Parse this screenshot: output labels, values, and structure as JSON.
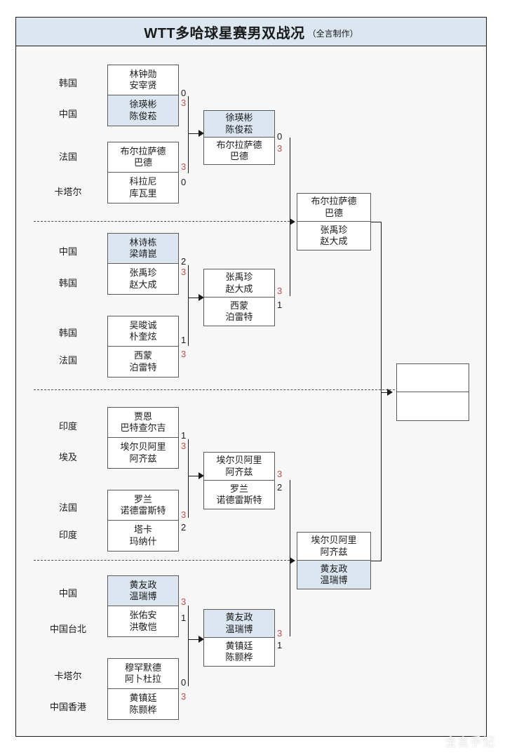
{
  "header": {
    "title_main": "WTT多哈球星赛男双战况",
    "title_sub": "（全言制作）"
  },
  "watermark": "全言手记",
  "colors": {
    "highlight": "#dce6f1",
    "win_score": "#c0504d",
    "box_border": "#595959",
    "frame_border": "#1a1a1a",
    "canvas": "#f7f7f7"
  },
  "quarters": [
    {
      "id": "q1",
      "round1": [
        {
          "id": "r1-m1",
          "top": {
            "country": "韩国",
            "line1": "林钟勋",
            "line2": "安宰贤",
            "score": "0",
            "winner": false
          },
          "bottom": {
            "country": "中国",
            "line1": "徐瑛彬",
            "line2": "陈俊菘",
            "score": "3",
            "winner": true
          }
        },
        {
          "id": "r1-m2",
          "top": {
            "country": "法国",
            "line1": "布尔拉萨德",
            "line2": "巴德",
            "score": "3",
            "winner": true
          },
          "bottom": {
            "country": "卡塔尔",
            "line1": "科拉尼",
            "line2": "库瓦里",
            "score": "0",
            "winner": false
          }
        }
      ],
      "round2": {
        "id": "r2-m1",
        "top": {
          "line1": "徐瑛彬",
          "line2": "陈俊菘",
          "score": "0",
          "winner": false
        },
        "bottom": {
          "line1": "布尔拉萨德",
          "line2": "巴德",
          "score": "3",
          "winner": true
        }
      }
    },
    {
      "id": "q2",
      "round1": [
        {
          "id": "r1-m3",
          "top": {
            "country": "中国",
            "line1": "林诗栋",
            "line2": "梁靖崑",
            "score": "2",
            "winner": false
          },
          "bottom": {
            "country": "韩国",
            "line1": "张禹珍",
            "line2": "赵大成",
            "score": "3",
            "winner": true
          }
        },
        {
          "id": "r1-m4",
          "top": {
            "country": "韩国",
            "line1": "吴晙诚",
            "line2": "朴奎炫",
            "score": "1",
            "winner": false
          },
          "bottom": {
            "country": "法国",
            "line1": "西蒙",
            "line2": "泊雷特",
            "score": "3",
            "winner": true
          }
        }
      ],
      "round2": {
        "id": "r2-m2",
        "top": {
          "line1": "张禹珍",
          "line2": "赵大成",
          "score": "3",
          "winner": true
        },
        "bottom": {
          "line1": "西蒙",
          "line2": "泊雷特",
          "score": "1",
          "winner": false
        }
      }
    },
    {
      "id": "q3",
      "round1": [
        {
          "id": "r1-m5",
          "top": {
            "country": "印度",
            "line1": "贾恩",
            "line2": "巴特查尔吉",
            "score": "1",
            "winner": false
          },
          "bottom": {
            "country": "埃及",
            "line1": "埃尔贝阿里",
            "line2": "阿齐兹",
            "score": "3",
            "winner": true
          }
        },
        {
          "id": "r1-m6",
          "top": {
            "country": "法国",
            "line1": "罗兰",
            "line2": "诺德雷斯特",
            "score": "3",
            "winner": true
          },
          "bottom": {
            "country": "印度",
            "line1": "塔卡",
            "line2": "玛纳什",
            "score": "2",
            "winner": false
          }
        }
      ],
      "round2": {
        "id": "r2-m3",
        "top": {
          "line1": "埃尔贝阿里",
          "line2": "阿齐兹",
          "score": "3",
          "winner": true
        },
        "bottom": {
          "line1": "罗兰",
          "line2": "诺德雷斯特",
          "score": "2",
          "winner": false
        }
      }
    },
    {
      "id": "q4",
      "round1": [
        {
          "id": "r1-m7",
          "top": {
            "country": "中国",
            "line1": "黄友政",
            "line2": "温瑞博",
            "score": "3",
            "winner": true
          },
          "bottom": {
            "country": "中国台北",
            "line1": "张佑安",
            "line2": "洪敬恺",
            "score": "1",
            "winner": false
          }
        },
        {
          "id": "r1-m8",
          "top": {
            "country": "卡塔尔",
            "line1": "穆罕默德",
            "line2": "阿卜杜拉",
            "score": "0",
            "winner": false
          },
          "bottom": {
            "country": "中国香港",
            "line1": "黄镇廷",
            "line2": "陈颢桦",
            "score": "3",
            "winner": true
          }
        }
      ],
      "round2": {
        "id": "r2-m4",
        "top": {
          "line1": "黄友政",
          "line2": "温瑞博",
          "score": "3",
          "winner": true
        },
        "bottom": {
          "line1": "黄镇廷",
          "line2": "陈颢桦",
          "score": "1",
          "winner": false
        }
      }
    }
  ],
  "semifinals": [
    {
      "id": "sf1",
      "top": {
        "line1": "布尔拉萨德",
        "line2": "巴德",
        "score": "",
        "winner": false
      },
      "bottom": {
        "line1": "张禹珍",
        "line2": "赵大成",
        "score": "",
        "winner": false
      }
    },
    {
      "id": "sf2",
      "top": {
        "line1": "埃尔贝阿里",
        "line2": "阿齐兹",
        "score": "",
        "winner": false
      },
      "bottom": {
        "line1": "黄友政",
        "line2": "温瑞博",
        "score": "",
        "winner": true
      }
    }
  ],
  "final": {
    "id": "final",
    "top": {
      "line1": "",
      "line2": "",
      "score": ""
    },
    "bottom": {
      "line1": "",
      "line2": "",
      "score": ""
    }
  }
}
